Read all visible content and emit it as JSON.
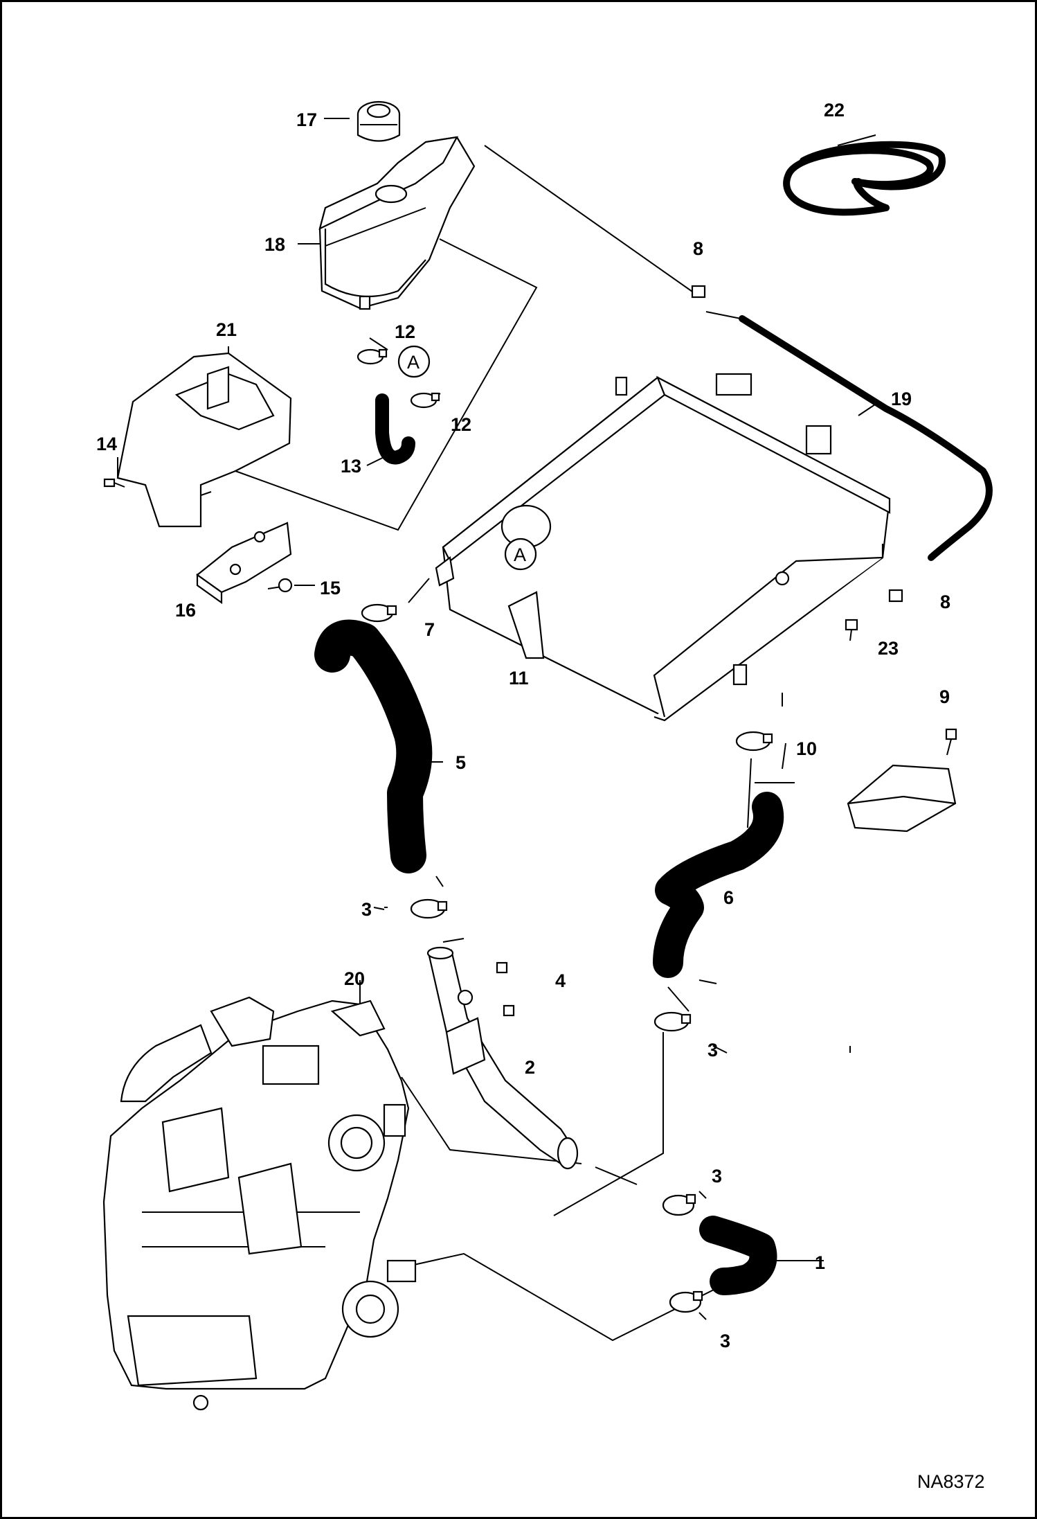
{
  "diagram_id": "NA8372",
  "callouts": [
    {
      "id": "c1",
      "text": "1"
    },
    {
      "id": "c2",
      "text": "2"
    },
    {
      "id": "c3a",
      "text": "3"
    },
    {
      "id": "c3b",
      "text": "3"
    },
    {
      "id": "c3c",
      "text": "3"
    },
    {
      "id": "c3d",
      "text": "3"
    },
    {
      "id": "c4",
      "text": "4"
    },
    {
      "id": "c5",
      "text": "5"
    },
    {
      "id": "c6",
      "text": "6"
    },
    {
      "id": "c7",
      "text": "7"
    },
    {
      "id": "c8a",
      "text": "8"
    },
    {
      "id": "c8b",
      "text": "8"
    },
    {
      "id": "c9",
      "text": "9"
    },
    {
      "id": "c10",
      "text": "10"
    },
    {
      "id": "c11",
      "text": "11"
    },
    {
      "id": "c12a",
      "text": "12"
    },
    {
      "id": "c12b",
      "text": "12"
    },
    {
      "id": "c13",
      "text": "13"
    },
    {
      "id": "c14",
      "text": "14"
    },
    {
      "id": "c15",
      "text": "15"
    },
    {
      "id": "c16",
      "text": "16"
    },
    {
      "id": "c17",
      "text": "17"
    },
    {
      "id": "c18",
      "text": "18"
    },
    {
      "id": "c19",
      "text": "19"
    },
    {
      "id": "c20",
      "text": "20"
    },
    {
      "id": "c21",
      "text": "21"
    },
    {
      "id": "c22",
      "text": "22"
    },
    {
      "id": "c23",
      "text": "23"
    }
  ],
  "ref_markers": [
    {
      "id": "ra1",
      "text": "A"
    },
    {
      "id": "ra2",
      "text": "A"
    }
  ]
}
